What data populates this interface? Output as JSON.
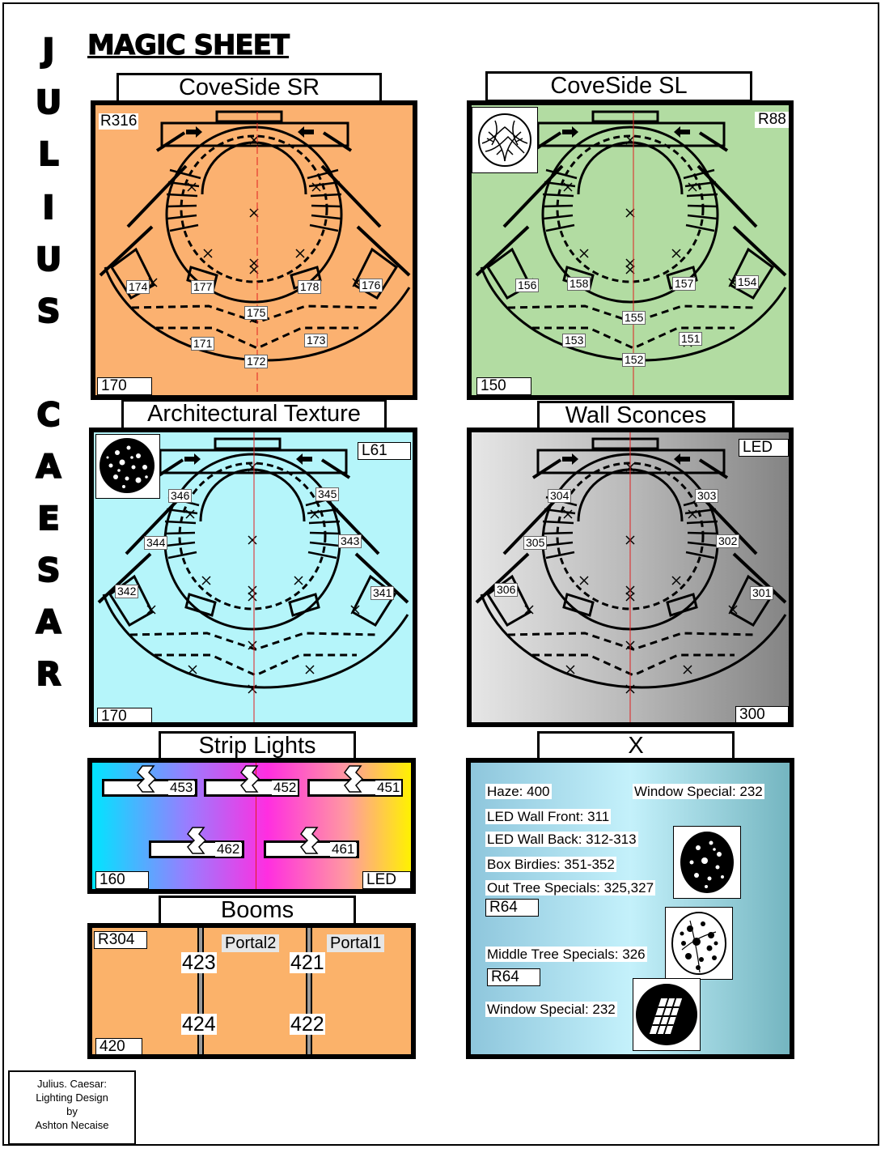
{
  "vertical_title": {
    "first": [
      "J",
      "U",
      "L",
      "I",
      "U",
      "S"
    ],
    "second": [
      "C",
      "A",
      "E",
      "S",
      "A",
      "R"
    ]
  },
  "heading": "MAGIC SHEET",
  "colors": {
    "coveside_sr": "#fbb170",
    "coveside_sl": "#b2dca2",
    "arch_texture": "#b5f5fa",
    "wall_sconces_light": "#e0e0e0",
    "wall_sconces_dark": "#8a8a8a",
    "booms": "#fbb26a",
    "red_center": "#e02020"
  },
  "coveside_sr": {
    "title": "CoveSide SR",
    "color_tag": "R316",
    "start_channel": "170",
    "channels": [
      "174",
      "177",
      "178",
      "176",
      "175",
      "171",
      "173",
      "172"
    ]
  },
  "coveside_sl": {
    "title": "CoveSide SL",
    "color_tag": "R88",
    "start_channel": "150",
    "channels": [
      "156",
      "158",
      "157",
      "154",
      "155",
      "153",
      "151",
      "152"
    ],
    "gobo": "branch-gobo-icon"
  },
  "arch_texture": {
    "title": "Architectural Texture",
    "color_tag": "L61",
    "start_channel": "170",
    "channels": [
      "346",
      "345",
      "344",
      "343",
      "342",
      "341"
    ],
    "gobo": "breakup-gobo-icon"
  },
  "wall_sconces": {
    "title": "Wall Sconces",
    "color_tag": "LED",
    "start_channel": "300",
    "channels": [
      "304",
      "303",
      "305",
      "302",
      "306",
      "301"
    ]
  },
  "strip_lights": {
    "title": "Strip Lights",
    "start_channel": "160",
    "color_tag": "LED",
    "channels": [
      "453",
      "452",
      "451",
      "462",
      "461"
    ]
  },
  "booms": {
    "title": "Booms",
    "color_tag": "R304",
    "start_channel": "420",
    "portal2": "Portal2",
    "portal1": "Portal1",
    "channels": [
      "423",
      "424",
      "421",
      "422"
    ]
  },
  "specials": {
    "title": "X",
    "haze": "Haze: 400",
    "window_special_top": "Window Special: 232",
    "led_wall_front": "LED Wall Front: 311",
    "led_wall_back": "LED Wall Back: 312-313",
    "box_birdies": "Box Birdies: 351-352",
    "out_tree": "Out Tree Specials: 325,327",
    "color_tag_1": "R64",
    "middle_tree": "Middle Tree Specials: 326",
    "color_tag_2": "R64",
    "window_special_bottom": "Window Special: 232"
  },
  "credit": {
    "line1": "Julius. Caesar:",
    "line2": "Lighting Design",
    "line3": "by",
    "line4": "Ashton Necaise"
  }
}
